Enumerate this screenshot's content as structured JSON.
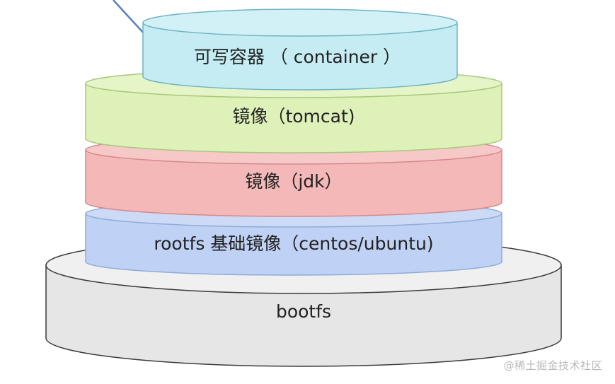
{
  "layers": [
    {
      "key": "bootfs",
      "label": "bootfs",
      "fill": "#e6e6e6",
      "top_fill": "#f0f0f0",
      "stroke": "#3a3a3a"
    },
    {
      "key": "rootfs",
      "label": "rootfs 基础镜像（centos/ubuntu)",
      "fill": "#bfd1f4",
      "top_fill": "#ccdaf6",
      "stroke": "#8facd8"
    },
    {
      "key": "jdk",
      "label": "镜像（jdk）",
      "fill": "#f4b8b8",
      "top_fill": "#f7c8c8",
      "stroke": "#d48a8a"
    },
    {
      "key": "tomcat",
      "label": "镜像（tomcat)",
      "fill": "#ddf1b8",
      "top_fill": "#e6f5c8",
      "stroke": "#a9c77c"
    },
    {
      "key": "container",
      "label": "可写容器 （ container ）",
      "fill": "#c4ecf2",
      "top_fill": "#d2f1f6",
      "stroke": "#6fb4c4"
    }
  ],
  "watermark": "@稀土掘金技术社区",
  "colors": {
    "pointer_line": "#5a7fc0"
  }
}
